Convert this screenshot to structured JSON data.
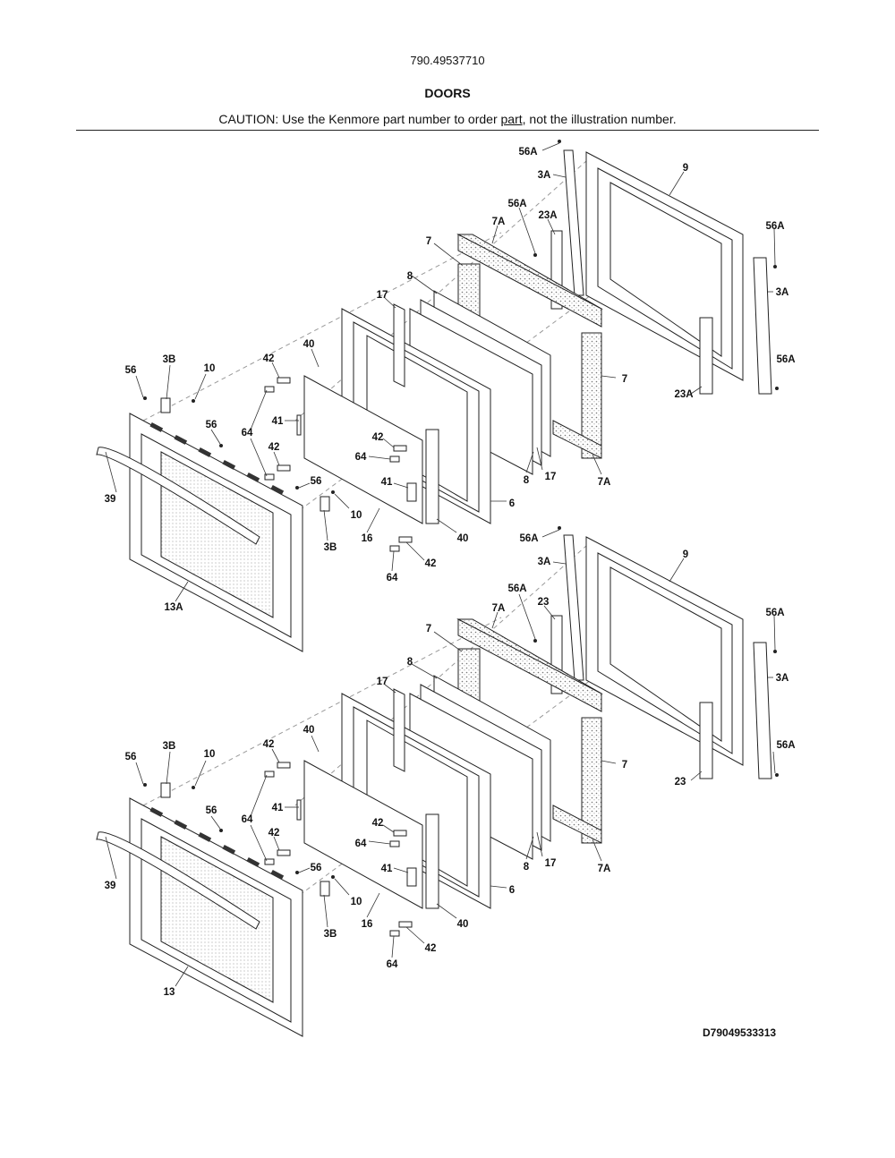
{
  "header": {
    "model_number": "790.49537710",
    "section_title": "DOORS",
    "caution_before": "CAUTION: Use the Kenmore part number to order ",
    "caution_link": "part",
    "caution_after": ", not the illustration number."
  },
  "footer": {
    "diagram_id": "D79049533313"
  },
  "callouts": [
    "56A",
    "3A",
    "9",
    "56A",
    "23A",
    "7A",
    "56A",
    "7",
    "3A",
    "8",
    "17",
    "56A",
    "40",
    "42",
    "3B",
    "10",
    "56",
    "7",
    "23A",
    "56",
    "41",
    "42",
    "64",
    "64",
    "42",
    "8",
    "17",
    "7A",
    "41",
    "56",
    "39",
    "6",
    "10",
    "16",
    "40",
    "3B",
    "64",
    "42",
    "13A",
    "56A",
    "3A",
    "9",
    "56A",
    "23",
    "7A",
    "56A",
    "7",
    "3A",
    "8",
    "17",
    "40",
    "42",
    "3B",
    "10",
    "56",
    "7",
    "56A",
    "23",
    "56",
    "41",
    "64",
    "42",
    "64",
    "42",
    "8",
    "17",
    "7A",
    "41",
    "56",
    "39",
    "6",
    "10",
    "16",
    "40",
    "3B",
    "42",
    "64",
    "13"
  ]
}
